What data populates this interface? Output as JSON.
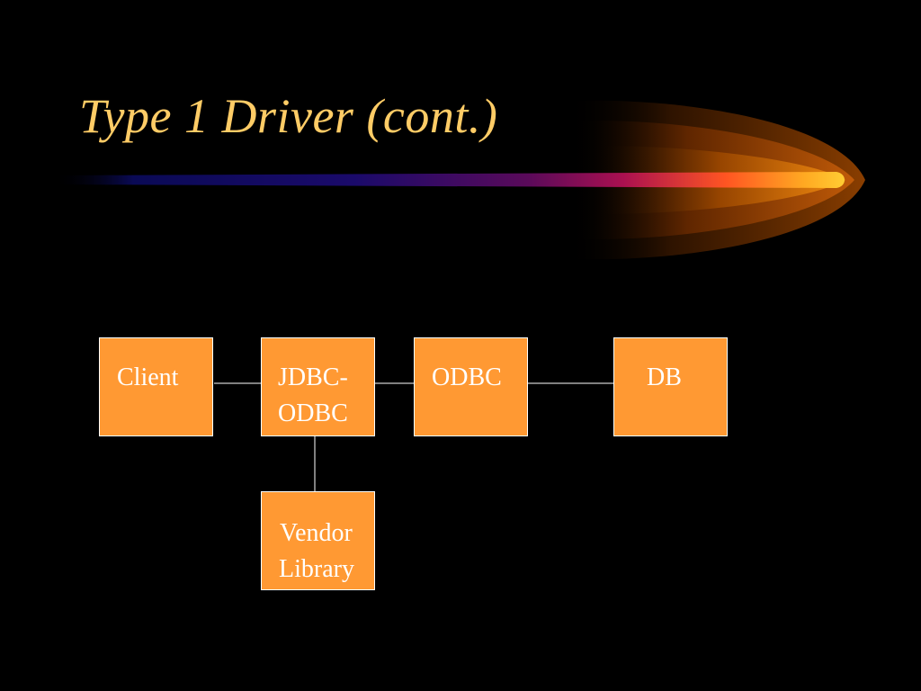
{
  "slide": {
    "title": "Type 1 Driver (cont.)"
  },
  "colors": {
    "background": "#000000",
    "title": "#ffcc66",
    "node_fill": "#ff9933",
    "node_border": "#ffffff",
    "node_text": "#ffffff",
    "connector": "#ffffff"
  },
  "diagram": {
    "nodes": [
      {
        "id": "client",
        "lines": [
          "Client"
        ]
      },
      {
        "id": "jdbc_odbc",
        "lines": [
          "JDBC-",
          "ODBC"
        ]
      },
      {
        "id": "odbc",
        "lines": [
          "ODBC"
        ]
      },
      {
        "id": "db",
        "lines": [
          "DB"
        ]
      },
      {
        "id": "vendor_library",
        "lines": [
          "Vendor",
          "Library"
        ]
      }
    ],
    "edges": [
      {
        "from": "client",
        "to": "jdbc_odbc"
      },
      {
        "from": "jdbc_odbc",
        "to": "odbc"
      },
      {
        "from": "odbc",
        "to": "db"
      },
      {
        "from": "jdbc_odbc",
        "to": "vendor_library"
      }
    ]
  }
}
